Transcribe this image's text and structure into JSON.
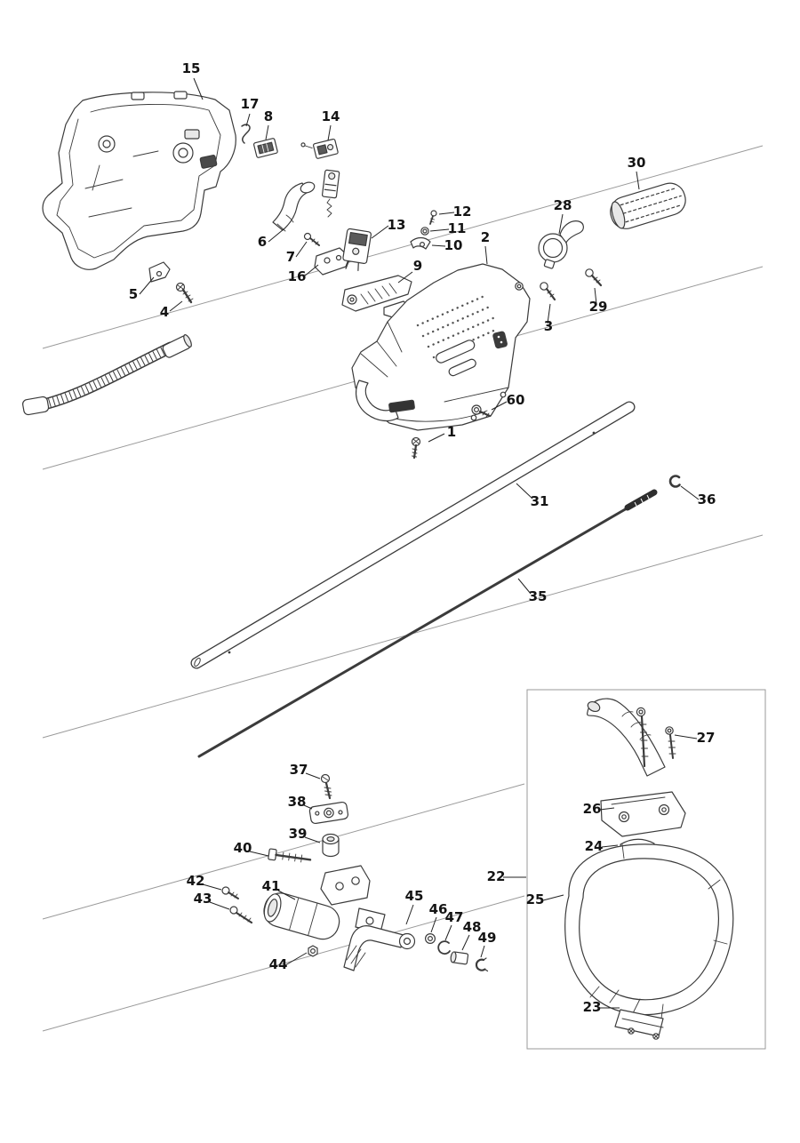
{
  "figure": {
    "kind": "exploded-parts-diagram"
  },
  "colors": {
    "line_art": "#3b3b3b",
    "band_lines": "#9a9a9a",
    "label_text": "#141414",
    "background": "#ffffff"
  },
  "parts": {
    "p1": "1",
    "p2": "2",
    "p3": "3",
    "p4": "4",
    "p5": "5",
    "p6": "6",
    "p7": "7",
    "p8": "8",
    "p9": "9",
    "p10": "10",
    "p11": "11",
    "p12": "12",
    "p13": "13",
    "p14": "14",
    "p15": "15",
    "p16": "16",
    "p17": "17",
    "p22": "22",
    "p23": "23",
    "p24": "24",
    "p25": "25",
    "p26": "26",
    "p27": "27",
    "p28": "28",
    "p29": "29",
    "p30": "30",
    "p31": "31",
    "p35": "35",
    "p36": "36",
    "p37": "37",
    "p38": "38",
    "p39": "39",
    "p40": "40",
    "p41": "41",
    "p42": "42",
    "p43": "43",
    "p44": "44",
    "p45": "45",
    "p46": "46",
    "p47": "47",
    "p48": "48",
    "p49": "49",
    "p60": "60"
  }
}
